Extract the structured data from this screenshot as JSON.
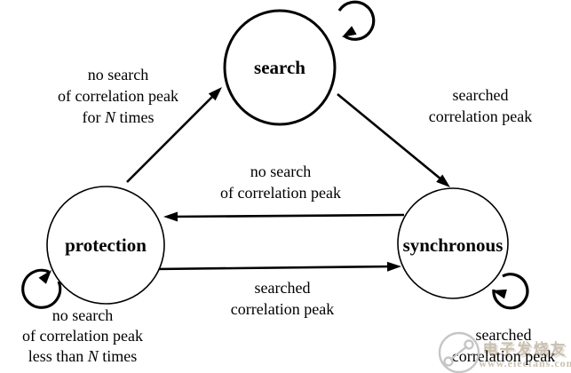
{
  "states": {
    "search": "search",
    "protection": "protection",
    "synchronous": "synchronous"
  },
  "edges": {
    "protection_to_search": {
      "l1": "no search",
      "l2": "of correlation peak",
      "l3a": "for ",
      "l3n": "N",
      "l3b": " times"
    },
    "search_to_synchronous": {
      "l1": "searched",
      "l2": "correlation peak"
    },
    "synchronous_to_protection": {
      "l1": "no search",
      "l2": "of correlation peak"
    },
    "protection_to_synchronous": {
      "l1": "searched",
      "l2": "correlation peak"
    },
    "protection_self": {
      "l1": "no search",
      "l2": "of correlation peak",
      "l3a": "less than ",
      "l3n": "N",
      "l3b": " times"
    },
    "synchronous_self": {
      "l1": "searched",
      "l2": "correlation peak"
    }
  },
  "watermark": {
    "brand": "电子发烧友",
    "url": "www.elecfans.com",
    "color": "#c9c0b1",
    "shadow_color": "#e6e0d5",
    "logo_color": "#c6c6c6"
  },
  "colors": {
    "ink": "#000000",
    "bg": "#ffffff"
  }
}
